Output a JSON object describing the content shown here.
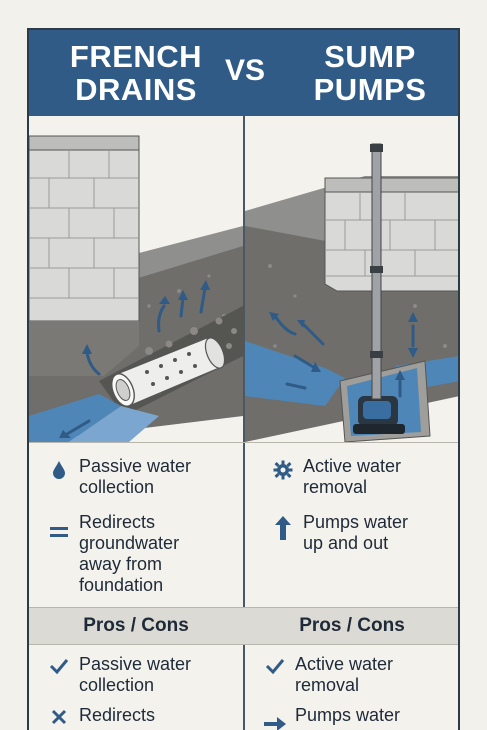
{
  "header": {
    "left_title_line1": "FRENCH",
    "left_title_line2": "DRAINS",
    "vs": "VS",
    "right_title_line1": "SUMP",
    "right_title_line2": "PUMPS"
  },
  "features": {
    "left": [
      {
        "icon": "water-drop-icon",
        "line1": "Passive water",
        "line2": "collection"
      },
      {
        "icon": "equals-icon",
        "line1": "Redirects",
        "line2": "groundwater",
        "line3": "away from",
        "line4": "foundation"
      }
    ],
    "right": [
      {
        "icon": "gear-icon",
        "line1": "Active water",
        "line2": "removal"
      },
      {
        "icon": "arrow-up-icon",
        "line1": "Pumps water",
        "line2": "up and out"
      }
    ]
  },
  "pros_cons": {
    "left_label": "Pros / Cons",
    "right_label": "Pros / Cons",
    "left": [
      {
        "icon": "checkmark-icon",
        "line1": "Passive water",
        "line2": "collection"
      },
      {
        "icon": "x-icon",
        "line1": "Redirects"
      }
    ],
    "right": [
      {
        "icon": "checkmark-icon",
        "line1": "Active water",
        "line2": "removal"
      },
      {
        "icon": "arrow-right-icon",
        "line1": "Pumps water"
      }
    ]
  },
  "colors": {
    "header_blue": "#2f5b86",
    "water_blue": "#4f86b8",
    "arrow_blue": "#2f5b86",
    "background": "#f4f2ed"
  }
}
